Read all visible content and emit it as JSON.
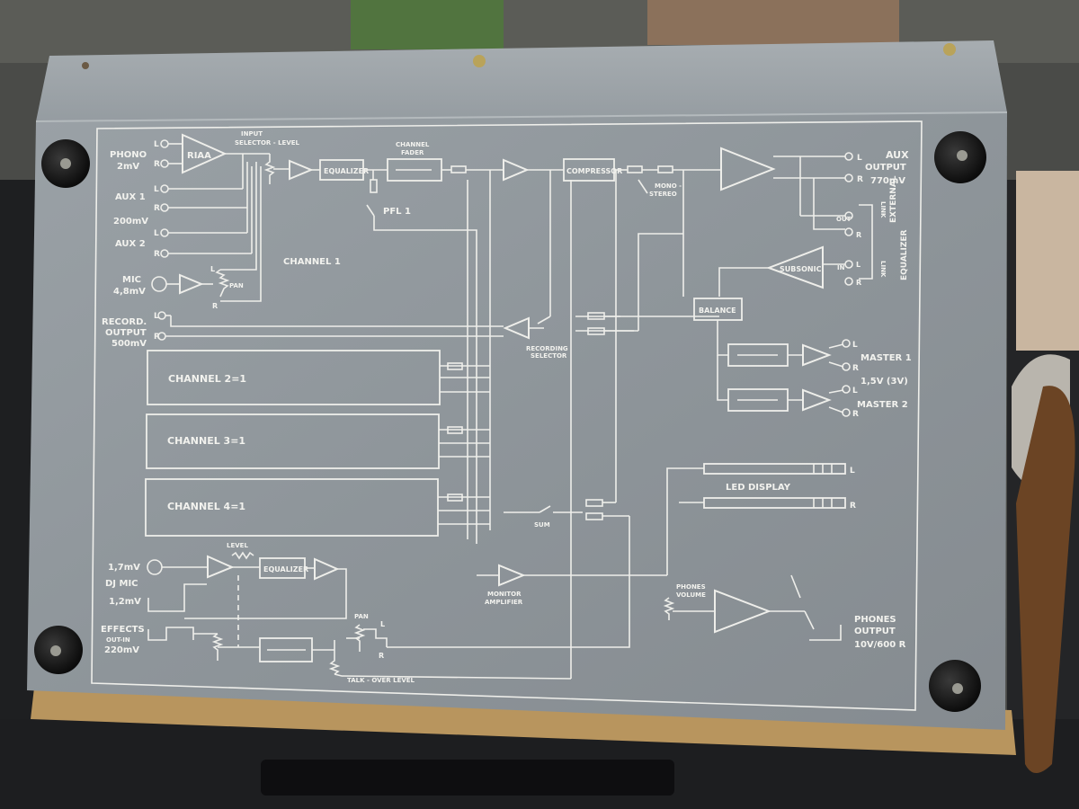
{
  "panel": {
    "phono": {
      "label": "PHONO",
      "level": "2mV"
    },
    "riaa": "RIAA",
    "input_selector": {
      "line1": "INPUT",
      "line2": "SELECTOR - LEVEL"
    },
    "channel_fader": {
      "line1": "CHANNEL",
      "line2": "FADER"
    },
    "equalizer": "EQUALIZER",
    "compressor": "COMPRESSOR",
    "mono_stereo": {
      "line1": "MONO -",
      "line2": "STEREO"
    },
    "aux1": "AUX 1",
    "aux_level": "200mV",
    "aux2": "AUX 2",
    "pfl1": "PFL 1",
    "channel1": "CHANNEL 1",
    "mic": {
      "label": "MIC",
      "level": "4,8mV"
    },
    "pan": "PAN",
    "record_output": {
      "line1": "RECORD.",
      "line2": "OUTPUT",
      "line3": "500mV"
    },
    "recording_selector": {
      "line1": "RECORDING",
      "line2": "SELECTOR"
    },
    "channel2": "CHANNEL 2=1",
    "channel3": "CHANNEL 3=1",
    "channel4": "CHANNEL 4=1",
    "sum": "SUM",
    "aux_output": {
      "line1": "AUX",
      "line2": "OUTPUT",
      "level": "770mV"
    },
    "out_label": "OUT",
    "in_label": "IN",
    "link_label": "LINK",
    "external_equalizer": {
      "line1": "EXTERNAL",
      "line2": "EQUALIZER"
    },
    "subsonic": "SUBSONIC",
    "balance": "BALANCE",
    "master1": "MASTER 1",
    "master_level": "1,5V (3V)",
    "master2": "MASTER 2",
    "led_display": "LED DISPLAY",
    "phones_volume": {
      "line1": "PHONES",
      "line2": "VOLUME"
    },
    "phones_output": {
      "line1": "PHONES",
      "line2": "OUTPUT",
      "level": "10V/600 R"
    },
    "monitor_amplifier": {
      "line1": "MONITOR",
      "line2": "AMPLIFIER"
    },
    "level": "LEVEL",
    "dj_mic": {
      "level_a": "1,7mV",
      "label": "DJ MIC",
      "level_b": "1,2mV"
    },
    "effects": {
      "label": "EFFECTS",
      "sub": "OUT-IN",
      "level": "220mV"
    },
    "talk_over": "TALK - OVER LEVEL",
    "jack": {
      "L": "L",
      "R": "R"
    }
  },
  "colors": {
    "background": "#3a3b3a",
    "panel": "#8f969c",
    "ink": "#f2f2ee",
    "wood": "#b8955e",
    "case": "#1f2022"
  }
}
